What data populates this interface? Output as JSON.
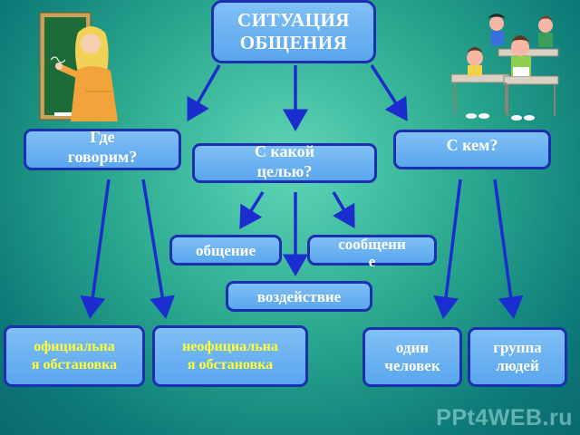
{
  "root": {
    "line1": "СИТУАЦИЯ",
    "line2": "ОБЩЕНИЯ"
  },
  "questions": {
    "where": {
      "line1": "Где",
      "line2": "говорим?"
    },
    "purpose": {
      "line1": "С какой",
      "line2": "целью?"
    },
    "whom": {
      "line1": "С кем?"
    }
  },
  "purposes": {
    "communication": "общение",
    "message": {
      "line1": "сообщени",
      "line2": "е"
    },
    "influence": "воздействие"
  },
  "places": {
    "official": {
      "line1": "официальна",
      "line2": "я обстановка"
    },
    "unofficial": {
      "line1": "неофициальна",
      "line2": "я обстановка"
    }
  },
  "people": {
    "one": {
      "line1": "один",
      "line2": "человек"
    },
    "group": {
      "line1": "группа",
      "line2": "людей"
    }
  },
  "colors": {
    "arrow": "#1c2dcf",
    "box_fill": "#6ab0f0",
    "box_border": "#1b2fb0",
    "leaf_text": "#ffff33"
  },
  "illustrations": {
    "left": "teacher-at-blackboard",
    "right": "pupils-at-desks"
  },
  "watermark": "PPt4WEB.ru"
}
